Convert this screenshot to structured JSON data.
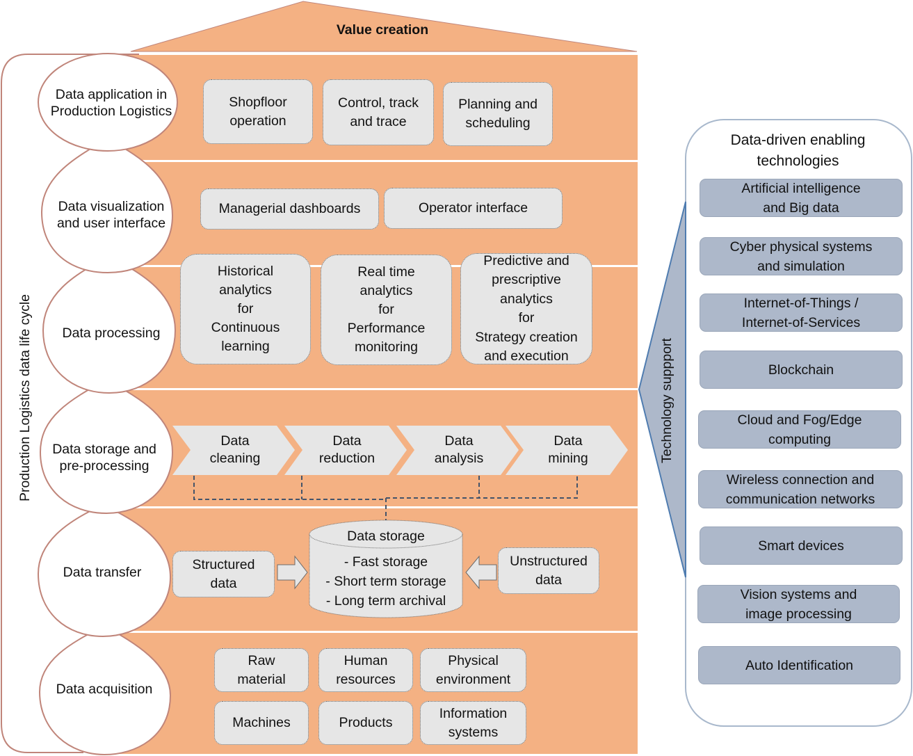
{
  "roof": {
    "title": "Value creation"
  },
  "lifecycle_label": "Production Logistics data life cycle",
  "layers": [
    {
      "name": "Data application in\nProduction Logistics",
      "items": [
        "Shopfloor\noperation",
        "Control, track\nand trace",
        "Planning and\nscheduling"
      ]
    },
    {
      "name": "Data visualization\nand user interface",
      "items": [
        "Managerial dashboards",
        "Operator interface"
      ]
    },
    {
      "name": "Data processing",
      "items": [
        "Historical\nanalytics\nfor\nContinuous\nlearning",
        "Real time\nanalytics\nfor\nPerformance\nmonitoring",
        "Predictive and\nprescriptive\nanalytics\nfor\nStrategy creation\nand execution"
      ]
    },
    {
      "name": "Data storage and\npre-processing",
      "steps": [
        "Data\ncleaning",
        "Data\nreduction",
        "Data\nanalysis",
        "Data\nmining"
      ]
    },
    {
      "name": "Data transfer",
      "structured": "Structured\ndata",
      "unstructured": "Unstructured\ndata",
      "storage": {
        "title": "Data storage",
        "lines": [
          "- Fast storage",
          "- Short term storage",
          "- Long term archival"
        ]
      }
    },
    {
      "name": "Data acquisition",
      "items": [
        "Raw\nmaterial",
        "Human\nresources",
        "Physical\nenvironment",
        "Machines",
        "Products",
        "Information\nsystems"
      ]
    }
  ],
  "technology_support_label": "Technology suppport",
  "technologies": {
    "title": "Data-driven enabling\ntechnologies",
    "items": [
      "Artificial intelligence\nand Big data",
      "Cyber physical systems\nand simulation",
      "Internet-of-Things /\nInternet-of-Services",
      "Blockchain",
      "Cloud and Fog/Edge\ncomputing",
      "Wireless connection and\ncommunication networks",
      "Smart devices",
      "Vision systems and\nimage processing",
      "Auto Identification"
    ]
  },
  "colors": {
    "layer_fill": "#f4b183",
    "outline": "#c0857a",
    "box_fill": "#e6e6e6",
    "tech_fill": "#adb8ca",
    "tech_outline": "#4f7cb0"
  }
}
